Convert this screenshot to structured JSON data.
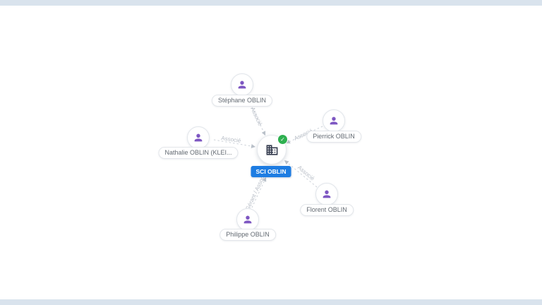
{
  "page": {
    "frame_strip_color": "#d9e3ed",
    "background_color": "#ffffff"
  },
  "graph": {
    "center": {
      "label": "SCI OBLIN",
      "label_bg": "#1d7ce2",
      "icon": "company-domain-icon",
      "badge": "verified-check",
      "badge_color": "#2eb050",
      "icon_color": "#343b4e"
    },
    "nodes": [
      {
        "label": "Stéphane OBLIN"
      },
      {
        "label": "Pierrick OBLIN"
      },
      {
        "label": "Nathalie OBLIN (KLEI..."
      },
      {
        "label": "Florent OBLIN"
      },
      {
        "label": "Philippe OBLIN"
      }
    ],
    "edges": [
      {
        "from": "Stéphane OBLIN",
        "to": "SCI OBLIN",
        "label": "Associé"
      },
      {
        "from": "Pierrick OBLIN",
        "to": "SCI OBLIN",
        "label": "Associé"
      },
      {
        "from": "Nathalie OBLIN (KLEI...",
        "to": "SCI OBLIN",
        "label": "Associé"
      },
      {
        "from": "Florent OBLIN",
        "to": "SCI OBLIN",
        "label": "Associé"
      },
      {
        "from": "Philippe OBLIN",
        "to": "SCI OBLIN",
        "label": "Gérant / Associé"
      }
    ],
    "colors": {
      "person_icon": "#7e57c2",
      "edge": "#cdd2d9",
      "edge_label": "#b7bdc6"
    }
  }
}
